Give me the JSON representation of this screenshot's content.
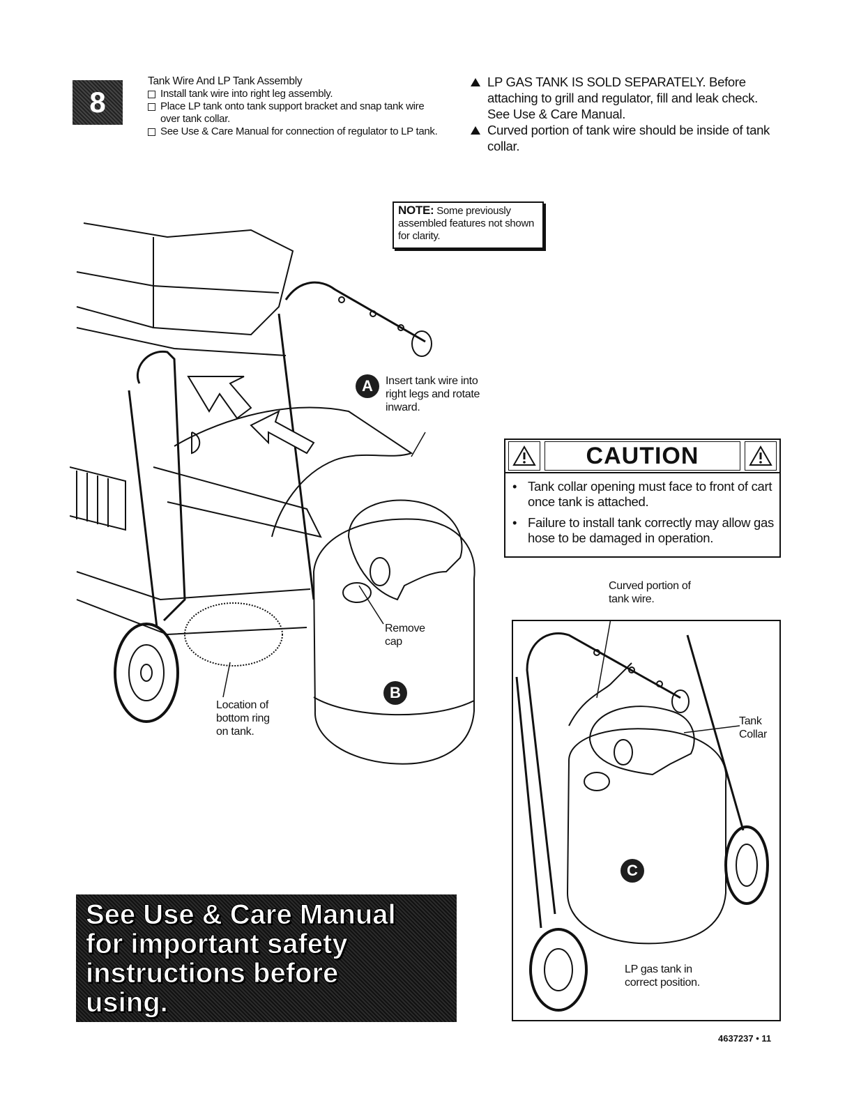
{
  "step": {
    "number": "8"
  },
  "instructions": {
    "title": "Tank Wire And LP Tank Assembly",
    "items": [
      "Install tank wire into right leg assembly.",
      "Place LP tank onto tank support bracket and snap tank wire over tank collar.",
      "See Use & Care Manual for connection of regulator to LP tank."
    ]
  },
  "warnings": [
    "LP GAS TANK IS SOLD SEPARATELY. Before attaching to grill and regulator, fill and leak check. See Use & Care Manual.",
    "Curved portion of tank wire should be inside of tank collar."
  ],
  "note": {
    "label": "NOTE:",
    "text": "Some previously assembled features not shown for clarity."
  },
  "callouts": {
    "a_letter": "A",
    "a_text": "Insert tank wire into right legs and rotate inward.",
    "b_letter": "B",
    "c_letter": "C",
    "remove_cap": "Remove cap",
    "bottom_ring": "Location of bottom ring on tank.",
    "curved_portion": "Curved portion of tank wire.",
    "tank_collar": "Tank Collar",
    "correct_position": "LP gas tank in correct position."
  },
  "caution": {
    "title": "CAUTION",
    "items": [
      "Tank collar opening must face to front of cart once tank is attached.",
      "Failure to install tank correctly may allow gas hose to be damaged in operation."
    ]
  },
  "safety_banner": {
    "lines": [
      "See Use & Care Manual",
      "for important safety",
      "instructions before",
      "using."
    ]
  },
  "footer": {
    "page": "4637237 • 11"
  },
  "icons": [
    "warning-triangle-icon",
    "grill-illustration",
    "lp-tank-illustration"
  ]
}
